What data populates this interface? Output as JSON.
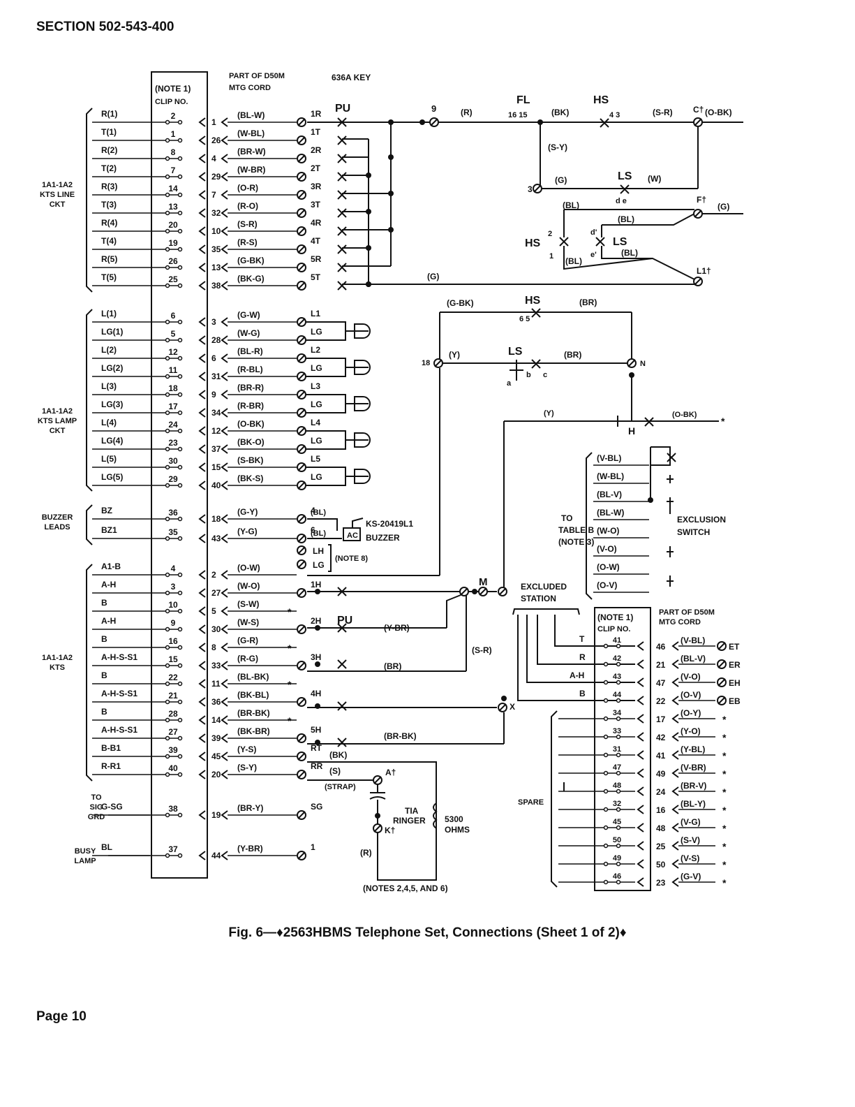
{
  "header": {
    "section": "SECTION 502-543-400"
  },
  "footer": {
    "page": "Page 10"
  },
  "caption": "Fig. 6—♦2563HBMS Telephone Set, Connections (Sheet 1 of 2)♦",
  "headings": {
    "part_of_cord_left": [
      "PART OF D50M",
      "MTG CORD"
    ],
    "key": "636A KEY",
    "note_clip_left": [
      "(NOTE 1)",
      "CLIP NO."
    ],
    "note_clip_right": [
      "(NOTE 1)",
      "CLIP NO."
    ],
    "part_of_cord_right": [
      "PART OF D50M",
      "MTG CORD"
    ]
  },
  "groups": [
    {
      "lines": [
        "1A1-1A2",
        "KTS LINE",
        "CKT"
      ]
    },
    {
      "lines": [
        "1A1-1A2",
        "KTS LAMP",
        "CKT"
      ]
    },
    {
      "lines": [
        "BUZZER",
        "LEADS"
      ]
    },
    {
      "lines": [
        "1A1-1A2",
        "KTS"
      ]
    },
    {
      "lines": [
        "TO",
        "SIG",
        "GRD"
      ]
    },
    {
      "lines": [
        "BUSY",
        "LAMP"
      ]
    }
  ],
  "rows": [
    {
      "lead": "R(1)",
      "clip": "2",
      "pin": "1",
      "color": "(BL-W)",
      "term": "1R"
    },
    {
      "lead": "T(1)",
      "clip": "1",
      "pin": "26",
      "color": "(W-BL)",
      "term": "1T"
    },
    {
      "lead": "R(2)",
      "clip": "8",
      "pin": "4",
      "color": "(BR-W)",
      "term": "2R"
    },
    {
      "lead": "T(2)",
      "clip": "7",
      "pin": "29",
      "color": "(W-BR)",
      "term": "2T"
    },
    {
      "lead": "R(3)",
      "clip": "14",
      "pin": "7",
      "color": "(O-R)",
      "term": "3R"
    },
    {
      "lead": "T(3)",
      "clip": "13",
      "pin": "32",
      "color": "(R-O)",
      "term": "3T"
    },
    {
      "lead": "R(4)",
      "clip": "20",
      "pin": "10",
      "color": "(S-R)",
      "term": "4R"
    },
    {
      "lead": "T(4)",
      "clip": "19",
      "pin": "35",
      "color": "(R-S)",
      "term": "4T"
    },
    {
      "lead": "R(5)",
      "clip": "26",
      "pin": "13",
      "color": "(G-BK)",
      "term": "5R"
    },
    {
      "lead": "T(5)",
      "clip": "25",
      "pin": "38",
      "color": "(BK-G)",
      "term": "5T"
    },
    {
      "lead": "L(1)",
      "clip": "6",
      "pin": "3",
      "color": "(G-W)",
      "term": "L1"
    },
    {
      "lead": "LG(1)",
      "clip": "5",
      "pin": "28",
      "color": "(W-G)",
      "term": "LG"
    },
    {
      "lead": "L(2)",
      "clip": "12",
      "pin": "6",
      "color": "(BL-R)",
      "term": "L2"
    },
    {
      "lead": "LG(2)",
      "clip": "11",
      "pin": "31",
      "color": "(R-BL)",
      "term": "LG"
    },
    {
      "lead": "L(3)",
      "clip": "18",
      "pin": "9",
      "color": "(BR-R)",
      "term": "L3"
    },
    {
      "lead": "LG(3)",
      "clip": "17",
      "pin": "34",
      "color": "(R-BR)",
      "term": "LG"
    },
    {
      "lead": "L(4)",
      "clip": "24",
      "pin": "12",
      "color": "(O-BK)",
      "term": "L4"
    },
    {
      "lead": "LG(4)",
      "clip": "23",
      "pin": "37",
      "color": "(BK-O)",
      "term": "LG"
    },
    {
      "lead": "L(5)",
      "clip": "30",
      "pin": "15",
      "color": "(S-BK)",
      "term": "L5"
    },
    {
      "lead": "LG(5)",
      "clip": "29",
      "pin": "40",
      "color": "(BK-S)",
      "term": "LG"
    },
    {
      "lead": "BZ",
      "clip": "36",
      "pin": "18",
      "color": "(G-Y)",
      "term": "4"
    },
    {
      "lead": "BZ1",
      "clip": "35",
      "pin": "43",
      "color": "(Y-G)",
      "term": "6"
    },
    {
      "lead": "A1-B",
      "clip": "4",
      "pin": "2",
      "color": "(O-W)",
      "term": ""
    },
    {
      "lead": "A-H",
      "clip": "3",
      "pin": "27",
      "color": "(W-O)",
      "term": "1H"
    },
    {
      "lead": "B",
      "clip": "10",
      "pin": "5",
      "color": "(S-W)",
      "term": "*"
    },
    {
      "lead": "A-H",
      "clip": "9",
      "pin": "30",
      "color": "(W-S)",
      "term": "2H"
    },
    {
      "lead": "B",
      "clip": "16",
      "pin": "8",
      "color": "(G-R)",
      "term": "*"
    },
    {
      "lead": "A-H-S-S1",
      "clip": "15",
      "pin": "33",
      "color": "(R-G)",
      "term": "3H"
    },
    {
      "lead": "B",
      "clip": "22",
      "pin": "11",
      "color": "(BL-BK)",
      "term": "*"
    },
    {
      "lead": "A-H-S-S1",
      "clip": "21",
      "pin": "36",
      "color": "(BK-BL)",
      "term": "4H"
    },
    {
      "lead": "B",
      "clip": "28",
      "pin": "14",
      "color": "(BR-BK)",
      "term": "*"
    },
    {
      "lead": "A-H-S-S1",
      "clip": "27",
      "pin": "39",
      "color": "(BK-BR)",
      "term": "5H"
    },
    {
      "lead": "B-B1",
      "clip": "39",
      "pin": "45",
      "color": "(Y-S)",
      "term": "RT"
    },
    {
      "lead": "R-R1",
      "clip": "40",
      "pin": "20",
      "color": "(S-Y)",
      "term": "RR"
    },
    {
      "lead": "G-SG",
      "clip": "38",
      "pin": "19",
      "color": "(BR-Y)",
      "term": "SG"
    },
    {
      "lead": "BL",
      "clip": "37",
      "pin": "44",
      "color": "(Y-BR)",
      "term": "1"
    }
  ],
  "right_rows": [
    {
      "lead": "T",
      "clip": "41",
      "pin": "46",
      "color": "(V-BL)",
      "term": "ET"
    },
    {
      "lead": "R",
      "clip": "42",
      "pin": "21",
      "color": "(BL-V)",
      "term": "ER"
    },
    {
      "lead": "A-H",
      "clip": "43",
      "pin": "47",
      "color": "(V-O)",
      "term": "EH"
    },
    {
      "lead": "B",
      "clip": "44",
      "pin": "22",
      "color": "(O-V)",
      "term": "EB"
    },
    {
      "lead": "",
      "clip": "34",
      "pin": "17",
      "color": "(O-Y)",
      "term": "*"
    },
    {
      "lead": "",
      "clip": "33",
      "pin": "42",
      "color": "(Y-O)",
      "term": "*"
    },
    {
      "lead": "",
      "clip": "31",
      "pin": "41",
      "color": "(Y-BL)",
      "term": "*"
    },
    {
      "lead": "",
      "clip": "47",
      "pin": "49",
      "color": "(V-BR)",
      "term": "*"
    },
    {
      "lead": "SP",
      "clip": "48",
      "pin": "24",
      "color": "(BR-V)",
      "term": "*"
    },
    {
      "lead": "",
      "clip": "32",
      "pin": "16",
      "color": "(BL-Y)",
      "term": "*"
    },
    {
      "lead": "",
      "clip": "45",
      "pin": "48",
      "color": "(V-G)",
      "term": "*"
    },
    {
      "lead": "",
      "clip": "50",
      "pin": "25",
      "color": "(S-V)",
      "term": "*"
    },
    {
      "lead": "",
      "clip": "49",
      "pin": "50",
      "color": "(V-S)",
      "term": "*"
    },
    {
      "lead": "",
      "clip": "46",
      "pin": "23",
      "color": "(G-V)",
      "term": "*"
    }
  ],
  "exclusion_leads": [
    "(V-BL)",
    "(W-BL)",
    "(BL-V)",
    "(BL-W)",
    "(W-O)",
    "(V-O)",
    "(O-W)",
    "(O-V)"
  ],
  "labels": {
    "pu_top": "PU",
    "pu_mid": "PU",
    "t9": "9",
    "r_lead": "(R)",
    "fl": "FL",
    "fl_nums": "16 15",
    "bk": "(BK)",
    "hs_top": "HS",
    "hs_nums": "4  3",
    "sr_top": "(S-R)",
    "c_term": "C†",
    "obk_top": "(O-BK)",
    "sy": "(S-Y)",
    "t3": "3",
    "g_paren": "(G)",
    "ls_top": "LS",
    "w_paren": "(W)",
    "de": "d   e",
    "f_term": "F†",
    "g_right": "(G)",
    "bl1": "(BL)",
    "bl2": "(BL)",
    "bl3": "(BL)",
    "bl4": "(BL)",
    "hs_mid": "HS",
    "hs_mid_2": "2",
    "hs_mid_1": "1",
    "ls_mid": "LS",
    "d_prime": "d'",
    "e_prime": "e'",
    "l1_term": "L1†",
    "g_low": "(G)",
    "gbk": "(G-BK)",
    "hs_low": "HS",
    "hs_low_nums": "6   5",
    "br1": "(BR)",
    "t18": "18",
    "y1": "(Y)",
    "ls_low": "LS",
    "br2": "(BR)",
    "n_term": "N",
    "abc_a": "a",
    "abc_b": "b",
    "abc_c": "c",
    "y2": "(Y)",
    "obk_low": "(O-BK)",
    "h_label": "H",
    "star_h": "*",
    "bl_right": "(BL)",
    "bl_right2": "(BL)",
    "ks": "KS-20419L1",
    "buzzer": "BUZZER",
    "ac": "AC",
    "lh": "LH",
    "lg": "LG",
    "note8": "(NOTE 8)",
    "m_label": "M",
    "ybr": "(Y-BR)",
    "br3": "(BR)",
    "sr_mid": "(S-R)",
    "brbk": "(BR-BK)",
    "x_label": "X",
    "bk_rt": "(BK)",
    "s_rr": "(S)",
    "strap": "(STRAP)",
    "a_term": "A†",
    "k_term": "K†",
    "tia": "TIA",
    "ringer": "RINGER",
    "ohms1": "5300",
    "ohms2": "OHMS",
    "r_ring": "(R)",
    "notes": "(NOTES 2,4,5, AND 6)",
    "to_table": [
      "TO",
      "TABLE B",
      "(NOTE 3)"
    ],
    "exclusion": [
      "EXCLUSION",
      "SWITCH"
    ],
    "excluded": [
      "EXCLUDED",
      "STATION"
    ],
    "spare": "SPARE"
  }
}
